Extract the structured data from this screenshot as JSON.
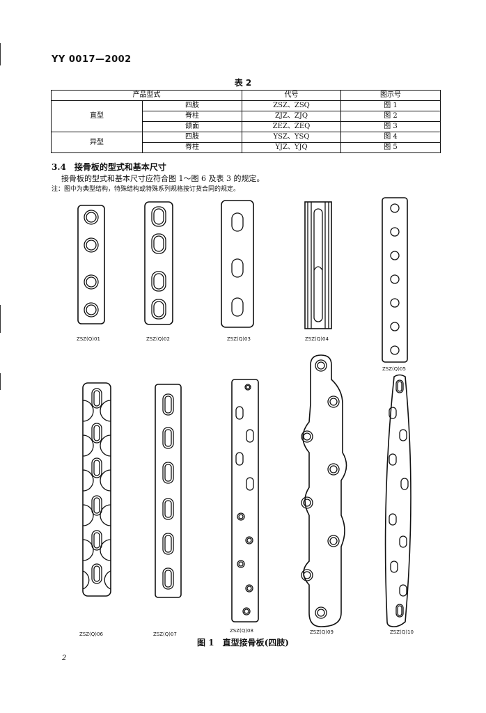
{
  "header": {
    "standard_code": "YY 0017—2002"
  },
  "table": {
    "title": "表 2",
    "headers": [
      "产品型式",
      "代号",
      "图示号"
    ],
    "groups": [
      {
        "name": "直型",
        "rows": [
          {
            "subtype": "四肢",
            "code": "ZSZ、ZSQ",
            "figure": "图 1"
          },
          {
            "subtype": "脊柱",
            "code": "ZJZ、ZJQ",
            "figure": "图 2"
          },
          {
            "subtype": "颌面",
            "code": "ZEZ、ZEQ",
            "figure": "图 3"
          }
        ]
      },
      {
        "name": "异型",
        "rows": [
          {
            "subtype": "四肢",
            "code": "YSZ、YSQ",
            "figure": "图 4"
          },
          {
            "subtype": "脊柱",
            "code": "YJZ、YJQ",
            "figure": "图 5"
          }
        ]
      }
    ]
  },
  "section": {
    "heading": "3.4　接骨板的型式和基本尺寸",
    "text": "接骨板的型式和基本尺寸应符合图 1～图 6 及表 3 的规定。",
    "note": "注：图中为典型结构，特殊结构或特殊系列规格按订货合同的规定。"
  },
  "figures": {
    "labels": [
      "ZSZ(Q)01",
      "ZSZ(Q)02",
      "ZSZ(Q)03",
      "ZSZ(Q)04",
      "ZSZ(Q)05",
      "ZSZ(Q)06",
      "ZSZ(Q)07",
      "ZSZ(Q)08",
      "ZSZ(Q)09",
      "ZSZ(Q)10"
    ],
    "caption": "图 1　直型接骨板(四肢)"
  },
  "footer": {
    "page_number": "2"
  }
}
